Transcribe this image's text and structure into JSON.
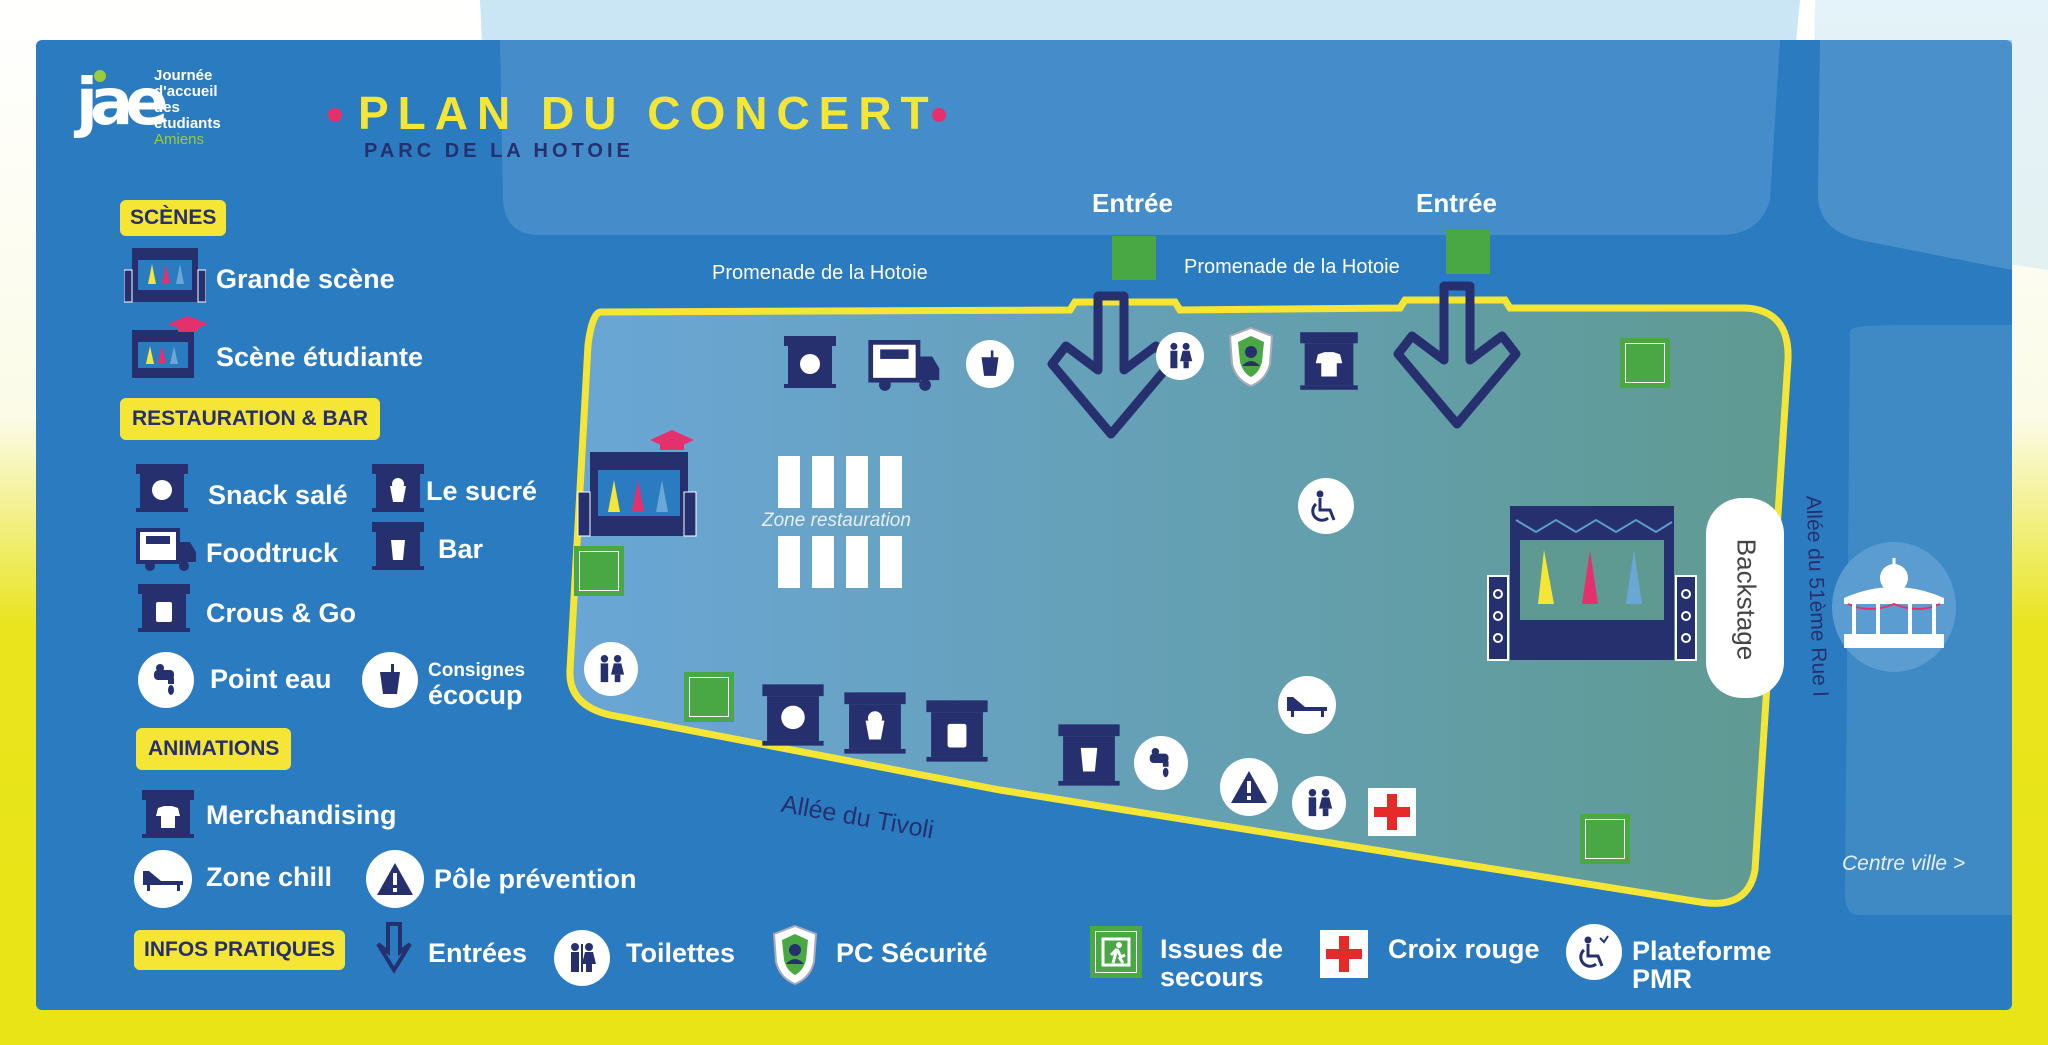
{
  "logo": {
    "letters": "jae",
    "line1": "Journée",
    "line2": "d'accueil",
    "line3": "des",
    "line4": "étudiants",
    "city": "Amiens"
  },
  "title": "PLAN DU CONCERT",
  "subtitle": "PARC DE LA HOTOIE",
  "legend": {
    "scenes": {
      "header": "SCÈNES",
      "grande": "Grande scène",
      "etudiante": "Scène étudiante"
    },
    "resto": {
      "header": "RESTAURATION & BAR",
      "snack": "Snack salé",
      "sucre": "Le sucré",
      "foodtruck": "Foodtruck",
      "bar": "Bar",
      "crous": "Crous & Go",
      "eau": "Point eau",
      "consignes1": "Consignes",
      "consignes2": "écocup"
    },
    "anim": {
      "header": "ANIMATIONS",
      "merch": "Merchandising",
      "chill": "Zone chill",
      "prevention": "Pôle prévention"
    },
    "infos": {
      "header": "INFOS PRATIQUES",
      "entrees": "Entrées",
      "toilettes": "Toilettes",
      "pc": "PC Sécurité",
      "issues1": "Issues de",
      "issues2": "secours",
      "croix": "Croix rouge",
      "pmr1": "Plateforme",
      "pmr2": "PMR"
    }
  },
  "map": {
    "entree_left": "Entrée",
    "entree_right": "Entrée",
    "promenade_left": "Promenade de la Hotoie",
    "promenade_right": "Promenade de la Hotoie",
    "zone_resto": "Zone restauration",
    "backstage": "Backstage",
    "allee_tivoli": "Allée du Tivoli",
    "allee_51": "Allée du 51ème Rue l",
    "centre_ville": "Centre ville >"
  },
  "colors": {
    "board": "#2b7bc0",
    "navy": "#26306e",
    "yellow": "#f5e636",
    "exit_green": "#49a843",
    "red": "#e62a2a",
    "pink": "#e5306e",
    "lime": "#9ccb3b"
  }
}
